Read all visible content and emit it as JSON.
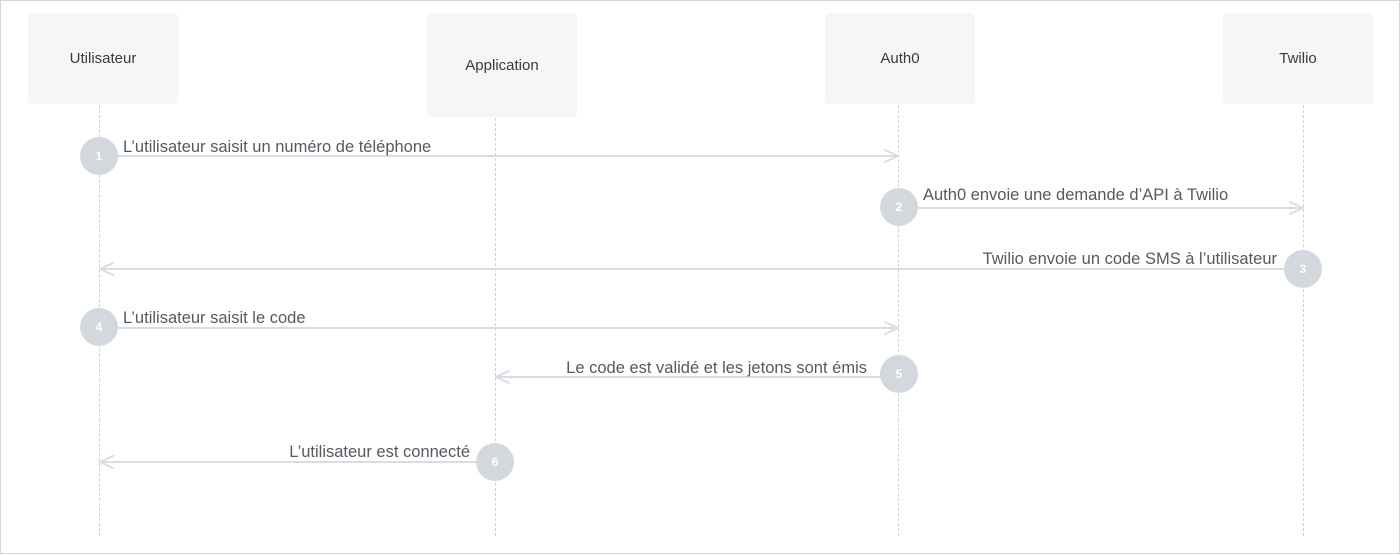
{
  "diagram": {
    "type": "sequence",
    "colors": {
      "actor_box": "#f6f6f6",
      "lifeline": "#d2d2d2",
      "arrow": "#d8dde5",
      "step_circle": "#d3d8df",
      "label_text": "#555a60"
    },
    "actors": [
      {
        "id": "user",
        "label": "Utilisateur"
      },
      {
        "id": "app",
        "label": "Application"
      },
      {
        "id": "auth0",
        "label": "Auth0"
      },
      {
        "id": "twilio",
        "label": "Twilio"
      }
    ],
    "messages": [
      {
        "step": "1",
        "from": "Utilisateur",
        "to": "Auth0",
        "label": "L’utilisateur saisit un numéro de téléphone"
      },
      {
        "step": "2",
        "from": "Auth0",
        "to": "Twilio",
        "label": "Auth0 envoie une demande d’API à Twilio"
      },
      {
        "step": "3",
        "from": "Twilio",
        "to": "Utilisateur",
        "label": "Twilio envoie un code SMS à l’utilisateur"
      },
      {
        "step": "4",
        "from": "Utilisateur",
        "to": "Auth0",
        "label": "L’utilisateur saisit le code"
      },
      {
        "step": "5",
        "from": "Auth0",
        "to": "Application",
        "label": "Le code est validé et les jetons sont émis"
      },
      {
        "step": "6",
        "from": "Application",
        "to": "Utilisateur",
        "label": "L’utilisateur est connecté"
      }
    ]
  }
}
